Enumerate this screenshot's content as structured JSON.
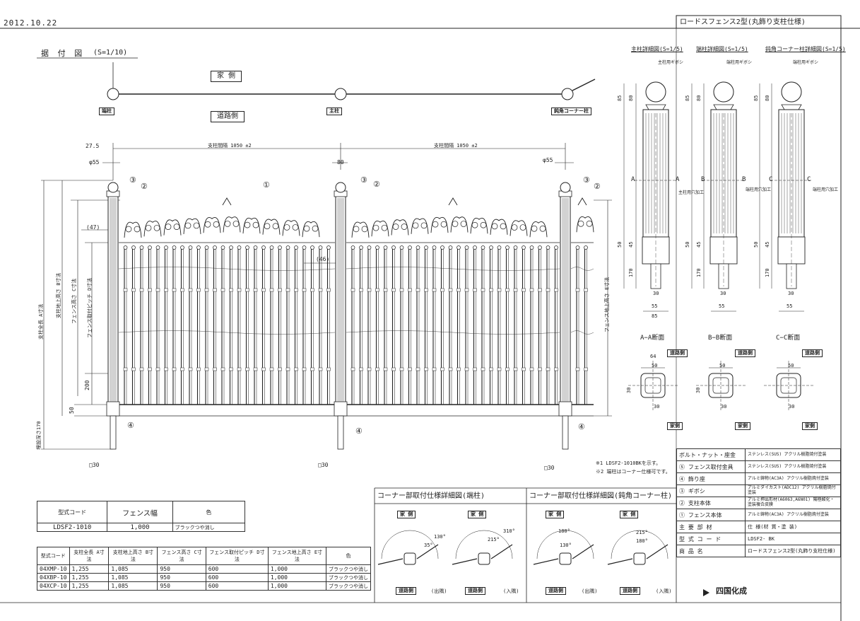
{
  "header": {
    "date": "2012.10.22",
    "doc_title": "ロードスフェンス2型(丸飾り支柱仕様)"
  },
  "layout_plan": {
    "title": "据 付 図",
    "scale": "(S=1/10)",
    "house_side": "家 側",
    "road_side": "道路側",
    "post_labels": [
      "端柱",
      "主柱",
      "鈍角コーナー柱"
    ]
  },
  "elevation": {
    "dim_post_gap_1": "支柱間隔 1050 ±2",
    "dim_post_gap_2": "支柱間隔 1050 ±2",
    "dim_27": "27.5",
    "dim_phi55_left": "φ55",
    "dim_phi55_right": "φ55",
    "dim_80": "80",
    "dim_47": "(47)",
    "dim_46": "(46)",
    "dim_200": "200",
    "dim_50": "50",
    "dim_bury": "埋設深さ170",
    "label_total_length": "支柱全長 A寸法",
    "label_above_ground": "支柱地上高さ B寸法",
    "label_fence_height": "フェンス高さ C寸法",
    "label_pitch": "フェンス取付ピッチ D寸法",
    "label_fence_above": "フェンス地上高さ E寸法",
    "base_labels": [
      "□30",
      "□30",
      "□30"
    ],
    "callouts": [
      "①",
      "②",
      "③",
      "④"
    ],
    "notes": [
      "※1 LDSF2-1010BKを示す。",
      "※2 端柱はコーナー仕様可です。"
    ]
  },
  "details": {
    "main_post_title": "主柱詳細図(S=1/5)",
    "end_post_title": "端柱詳細図(S=1/5)",
    "corner_post_title": "鈍角コーナー柱詳細図(S=1/5)",
    "cap_label": "主柱用ギボシ",
    "cap_label_end": "端柱用ギボシ",
    "cap_label_corner": "端柱用ギボシ",
    "body_label_main": "主柱用穴加工",
    "body_label_end": "端柱用穴加工",
    "body_label_corner": "端柱用穴加工",
    "dims": [
      "85",
      "80",
      "50",
      "45",
      "170",
      "30",
      "55",
      "85"
    ],
    "sections": [
      "A−A断面",
      "B−B断面",
      "C−C断面"
    ],
    "section_letters": [
      "A",
      "A",
      "B",
      "B",
      "C",
      "C"
    ],
    "section_dims": [
      "64",
      "50",
      "30",
      "30",
      "50",
      "30",
      "30",
      "50",
      "30"
    ],
    "tag_road": "道路側",
    "tag_house": "家側"
  },
  "corner_details": {
    "title_left": "コーナー部取付仕様詳細図(端柱)",
    "title_right": "コーナー部取付仕様詳細図(鈍角コーナー柱)",
    "house": "家 側",
    "road": "道路側",
    "angles": [
      "130°",
      "35°",
      "310°",
      "215°",
      "180°",
      "130°",
      "215°",
      "180°"
    ],
    "captions": [
      "(出隅)",
      "(入隅)",
      "(出隅)",
      "(入隅)"
    ]
  },
  "product_table": {
    "headers": [
      "型式コード",
      "フェンス幅",
      "色"
    ],
    "row": [
      "LDSF2-1010",
      "1,000",
      "ブラックつや消し"
    ]
  },
  "post_table": {
    "headers": [
      "型式コード",
      "支柱全長 A寸法",
      "支柱地上高さ B寸法",
      "フェンス高さ C寸法",
      "フェンス取付ピッチ D寸法",
      "フェンス地上高さ E寸法",
      "色"
    ],
    "rows": [
      [
        "04XMP-10",
        "1,255",
        "1,085",
        "950",
        "600",
        "1,000",
        "ブラックつや消し"
      ],
      [
        "04XBP-10",
        "1,255",
        "1,085",
        "950",
        "600",
        "1,000",
        "ブラックつや消し"
      ],
      [
        "04XCP-10",
        "1,255",
        "1,085",
        "950",
        "600",
        "1,000",
        "ブラックつや消し"
      ]
    ]
  },
  "parts_table": {
    "rows": [
      [
        "ボルト・ナット・座金",
        "ステンレス(SUS) アクリル樹脂焼付塗装"
      ],
      [
        "⑤ フェンス取付金具",
        "ステンレス(SUS) アクリル樹脂焼付塗装"
      ],
      [
        "④ 飾り座",
        "アルミ鋳物(AC3A) アクリル樹脂焼付塗装"
      ],
      [
        "③ ギボシ",
        "アルミダイカスト(ADC12) アクリル樹脂焼付塗装"
      ],
      [
        "② 支柱本体",
        "アルミ押出形材(A6063,A6N01) 陽極酸化・塗装複合皮膜"
      ],
      [
        "① フェンス本体",
        "アルミ鋳物(AC3A) アクリル樹脂焼付塗装"
      ]
    ],
    "main_parts": "主 要 部 材",
    "spec": "仕 様(材 質・塗 装)",
    "model_label": "型 式 コ ー ド",
    "model_value": "LDSF2-",
    "model_suffix": "BK",
    "name_label": "商 品 名",
    "name_value": "ロードスフェンス2型(丸飾り支柱仕様)",
    "logo": "四国化成"
  }
}
